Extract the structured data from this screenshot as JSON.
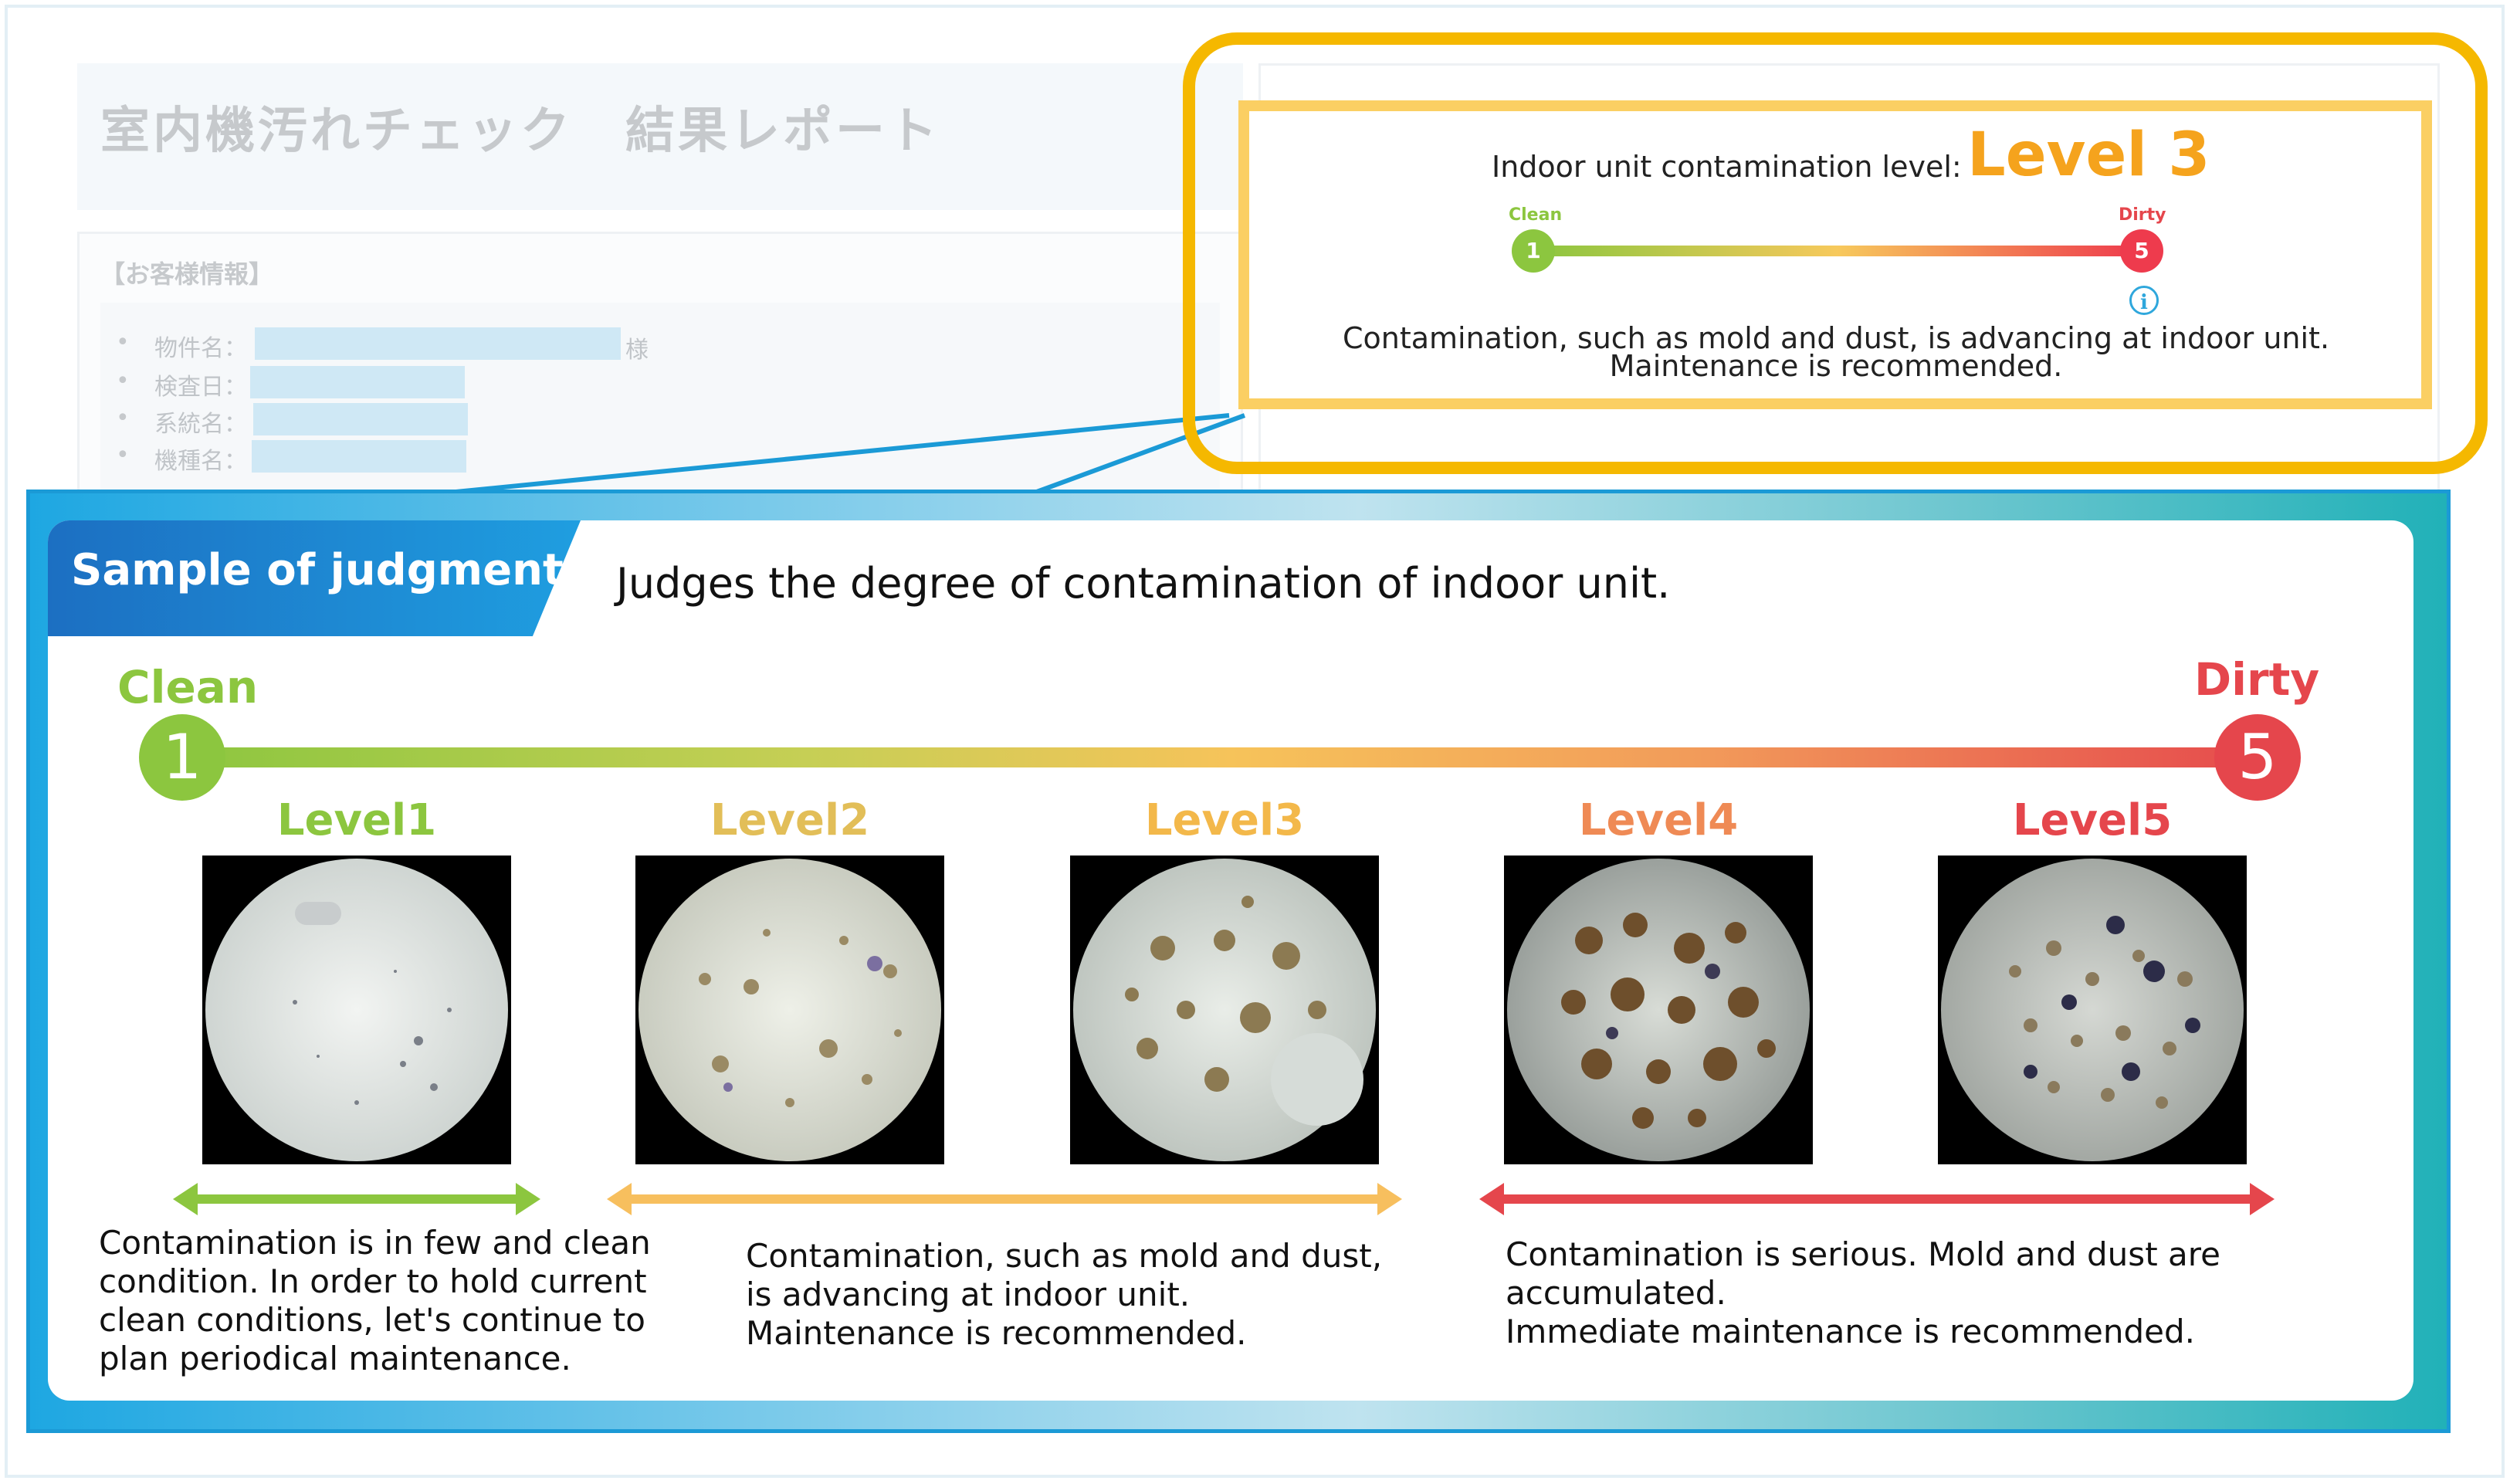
{
  "report": {
    "title": "室内機汚れチェック　結果レポート",
    "customer_header": "【お客様情報】",
    "fields": [
      {
        "label": "物件名："
      },
      {
        "label": "検査日："
      },
      {
        "label": "系統名："
      },
      {
        "label": "機種名："
      }
    ],
    "honorific": "様"
  },
  "callout": {
    "label": "Indoor unit contamination level:",
    "level": "Level 3",
    "clean_label": "Clean",
    "dirty_label": "Dirty",
    "start_num": "1",
    "end_num": "5",
    "info_icon": "i",
    "desc_line1": "Contamination, such as mold and dust, is advancing at indoor unit.",
    "desc_line2": "Maintenance is recommended."
  },
  "sample": {
    "badge": "Sample of judgment",
    "headline": "Judges the degree of contamination of indoor unit.",
    "clean": "Clean",
    "dirty": "Dirty",
    "start_num": "1",
    "end_num": "5",
    "levels": [
      {
        "label": "Level1",
        "color": "#8cc63f"
      },
      {
        "label": "Level2",
        "color": "#e2be58"
      },
      {
        "label": "Level3",
        "color": "#f3b84a"
      },
      {
        "label": "Level4",
        "color": "#ef8a55"
      },
      {
        "label": "Level5",
        "color": "#e5464c"
      }
    ],
    "groups": [
      {
        "color": "#8cc63f",
        "text": " Contamination is in few and clean\ncondition. In order to hold current\nclean conditions, let's continue to\nplan periodical maintenance."
      },
      {
        "color": "#f7bf5e",
        "text": "Contamination, such as mold and dust,\nis advancing at indoor unit.\nMaintenance is recommended."
      },
      {
        "color": "#e5464c",
        "text": "Contamination is serious. Mold and dust are\naccumulated.\nImmediate maintenance is recommended."
      }
    ]
  }
}
